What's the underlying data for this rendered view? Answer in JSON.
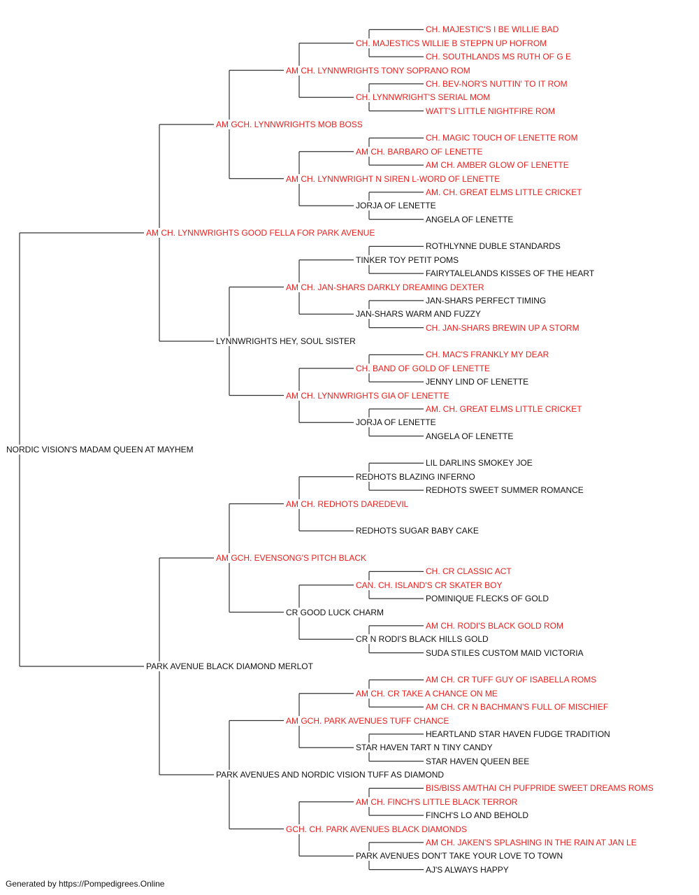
{
  "colors": {
    "champion": "#e8201e",
    "regular": "#111111",
    "line": "#333333"
  },
  "pedigree": {
    "name": "NORDIC VISION'S MADAM QUEEN AT MAYHEM",
    "ch": false,
    "sire": {
      "name": "AM CH. LYNNWRIGHTS GOOD FELLA FOR PARK AVENUE",
      "ch": true,
      "sire": {
        "name": "AM GCH. LYNNWRIGHTS MOB BOSS",
        "ch": true,
        "sire": {
          "name": "AM CH. LYNNWRIGHTS TONY SOPRANO ROM",
          "ch": true,
          "sire": {
            "name": "CH. MAJESTICS WILLIE B STEPPN UP HOFROM",
            "ch": true,
            "sire": {
              "name": "CH. MAJESTIC'S I BE WILLIE BAD",
              "ch": true
            },
            "dam": {
              "name": "CH. SOUTHLANDS MS RUTH OF G E",
              "ch": true
            }
          },
          "dam": {
            "name": "CH. LYNNWRIGHT'S SERIAL MOM",
            "ch": true,
            "sire": {
              "name": "CH. BEV-NOR'S NUTTIN' TO IT ROM",
              "ch": true
            },
            "dam": {
              "name": "WATT'S LITTLE NIGHTFIRE ROM",
              "ch": true
            }
          }
        },
        "dam": {
          "name": "AM CH. LYNNWRIGHT N SIREN L-WORD OF LENETTE",
          "ch": true,
          "sire": {
            "name": "AM CH. BARBARO OF LENETTE",
            "ch": true,
            "sire": {
              "name": "CH. MAGIC TOUCH OF LENETTE ROM",
              "ch": true
            },
            "dam": {
              "name": "AM CH. AMBER GLOW OF LENETTE",
              "ch": true
            }
          },
          "dam": {
            "name": "JORJA OF LENETTE",
            "ch": false,
            "sire": {
              "name": "AM. CH. GREAT ELMS LITTLE CRICKET",
              "ch": true
            },
            "dam": {
              "name": "ANGELA OF LENETTE",
              "ch": false
            }
          }
        }
      },
      "dam": {
        "name": "LYNNWRIGHTS HEY, SOUL SISTER",
        "ch": false,
        "sire": {
          "name": "AM CH. JAN-SHARS DARKLY DREAMING DEXTER",
          "ch": true,
          "sire": {
            "name": "TINKER TOY PETIT POMS",
            "ch": false,
            "sire": {
              "name": "ROTHLYNNE DUBLE STANDARDS",
              "ch": false
            },
            "dam": {
              "name": "FAIRYTALELANDS KISSES OF THE HEART",
              "ch": false
            }
          },
          "dam": {
            "name": "JAN-SHARS WARM AND FUZZY",
            "ch": false,
            "sire": {
              "name": "JAN-SHARS PERFECT TIMING",
              "ch": false
            },
            "dam": {
              "name": "CH. JAN-SHARS BREWIN UP A STORM",
              "ch": true
            }
          }
        },
        "dam": {
          "name": "AM CH. LYNNWRIGHTS GIA OF LENETTE",
          "ch": true,
          "sire": {
            "name": "CH. BAND OF GOLD OF LENETTE",
            "ch": true,
            "sire": {
              "name": "CH. MAC'S FRANKLY MY DEAR",
              "ch": true
            },
            "dam": {
              "name": "JENNY LIND OF LENETTE",
              "ch": false
            }
          },
          "dam": {
            "name": "JORJA OF LENETTE",
            "ch": false,
            "sire": {
              "name": "AM. CH. GREAT ELMS LITTLE CRICKET",
              "ch": true
            },
            "dam": {
              "name": "ANGELA OF LENETTE",
              "ch": false
            }
          }
        }
      }
    },
    "dam": {
      "name": "PARK AVENUE BLACK DIAMOND MERLOT",
      "ch": false,
      "sire": {
        "name": "AM GCH. EVENSONG'S PITCH BLACK",
        "ch": true,
        "sire": {
          "name": "AM CH. REDHOTS DAREDEVIL",
          "ch": true,
          "sire": {
            "name": "REDHOTS BLAZING INFERNO",
            "ch": false,
            "sire": {
              "name": "LIL DARLINS SMOKEY JOE",
              "ch": false
            },
            "dam": {
              "name": "REDHOTS SWEET SUMMER ROMANCE",
              "ch": false
            }
          },
          "dam": {
            "name": "REDHOTS SUGAR BABY CAKE",
            "ch": false
          }
        },
        "dam": {
          "name": "CR GOOD LUCK CHARM",
          "ch": false,
          "sire": {
            "name": "CAN. CH. ISLAND'S CR SKATER BOY",
            "ch": true,
            "sire": {
              "name": "CH. CR CLASSIC ACT",
              "ch": true
            },
            "dam": {
              "name": "POMINIQUE FLECKS OF GOLD",
              "ch": false
            }
          },
          "dam": {
            "name": "CR N RODI'S BLACK HILLS GOLD",
            "ch": false,
            "sire": {
              "name": "AM CH. RODI'S BLACK GOLD ROM",
              "ch": true
            },
            "dam": {
              "name": "SUDA STILES CUSTOM MAID VICTORIA",
              "ch": false
            }
          }
        }
      },
      "dam": {
        "name": "PARK AVENUES AND NORDIC VISION TUFF AS DIAMOND",
        "ch": false,
        "sire": {
          "name": "AM GCH. PARK AVENUES TUFF CHANCE",
          "ch": true,
          "sire": {
            "name": "AM CH. CR TAKE A CHANCE ON ME",
            "ch": true,
            "sire": {
              "name": "AM CH. CR TUFF GUY OF ISABELLA ROMS",
              "ch": true
            },
            "dam": {
              "name": "AM CH. CR N BACHMAN'S FULL OF MISCHIEF",
              "ch": true
            }
          },
          "dam": {
            "name": "STAR HAVEN TART N TINY CANDY",
            "ch": false,
            "sire": {
              "name": "HEARTLAND STAR HAVEN FUDGE TRADITION",
              "ch": false
            },
            "dam": {
              "name": "STAR HAVEN QUEEN BEE",
              "ch": false
            }
          }
        },
        "dam": {
          "name": "GCH. CH. PARK AVENUES BLACK DIAMONDS",
          "ch": true,
          "sire": {
            "name": "AM CH. FINCH'S LITTLE BLACK TERROR",
            "ch": true,
            "sire": {
              "name": "BIS/BISS AM/THAI CH PUFPRIDE SWEET DREAMS ROMS",
              "ch": true
            },
            "dam": {
              "name": "FINCH'S LO AND BEHOLD",
              "ch": false
            }
          },
          "dam": {
            "name": "PARK AVENUES DON'T TAKE YOUR LOVE TO TOWN",
            "ch": false,
            "sire": {
              "name": "AM CH. JAKEN'S SPLASHING IN THE RAIN AT JAN LE",
              "ch": true
            },
            "dam": {
              "name": "AJ'S ALWAYS HAPPY",
              "ch": false
            }
          }
        }
      }
    }
  },
  "footer": "Generated by https://Pompedigrees.Online"
}
